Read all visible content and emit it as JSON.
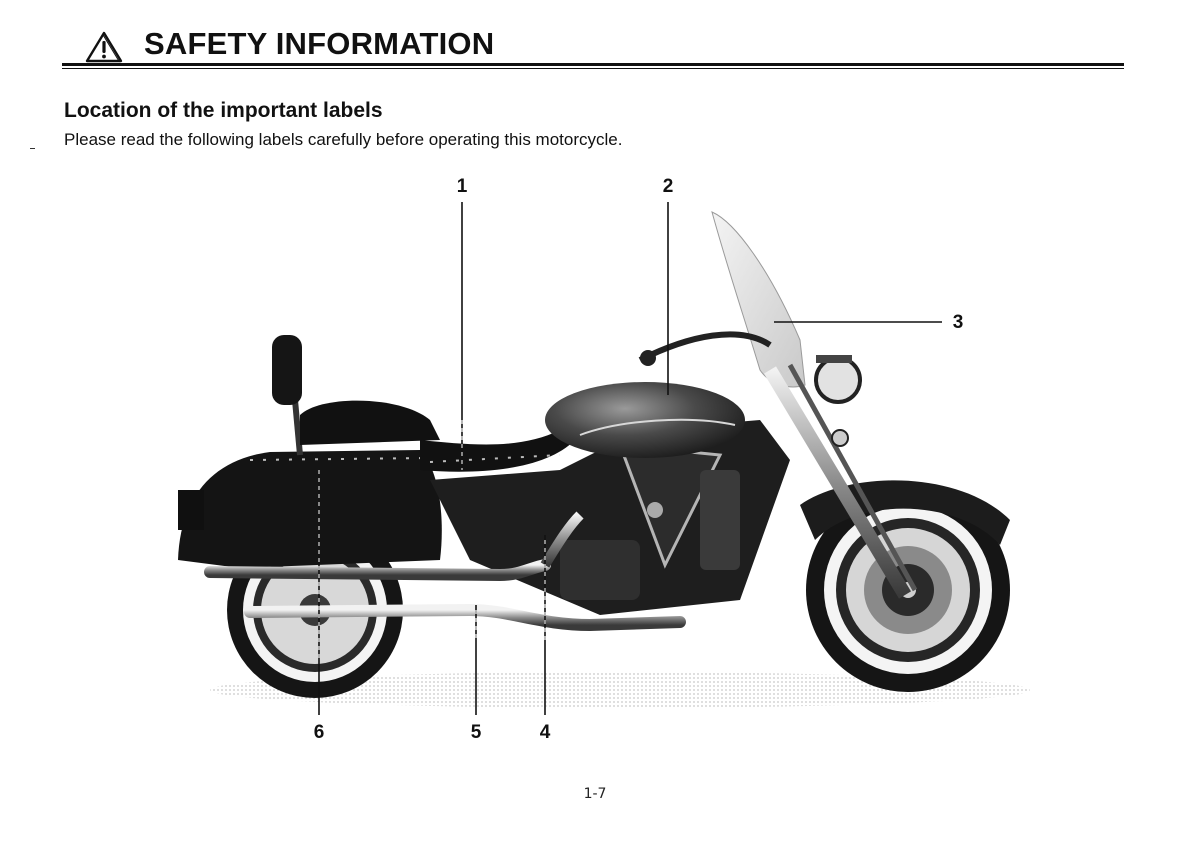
{
  "header": {
    "title": "SAFETY INFORMATION",
    "icon": "warning-triangle-icon"
  },
  "section": {
    "title": "Location of the important labels",
    "intro": "Please read the following labels carefully before operating this motorcycle."
  },
  "figure": {
    "callouts": [
      "1",
      "2",
      "3",
      "4",
      "5",
      "6"
    ]
  },
  "footer": {
    "page_number": "1-7"
  }
}
